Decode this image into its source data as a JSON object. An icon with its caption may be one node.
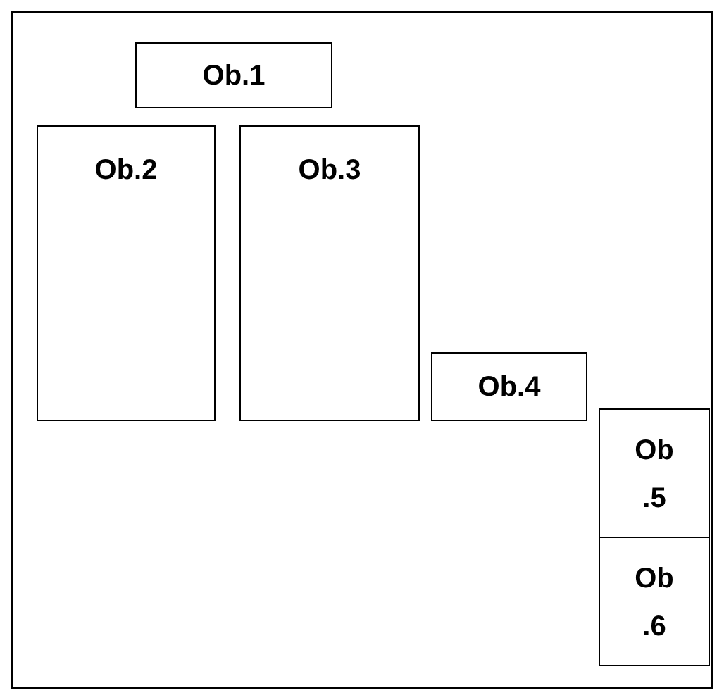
{
  "diagram": {
    "nodes": [
      {
        "text": [],
        "shape": "box"
      },
      {
        "text": [
          "Ob.1"
        ],
        "in": 0
      },
      {
        "text": [
          "Ob.2"
        ],
        "in": 0
      },
      {
        "text": [
          "Ob.3"
        ],
        "in": 0
      },
      {
        "text": [
          "Ob.4"
        ],
        "in": 0
      },
      {
        "text": [
          "Ob .5"
        ],
        "in": 0
      },
      {
        "text": [
          "Ob .6"
        ],
        "in": 0
      }
    ]
  }
}
